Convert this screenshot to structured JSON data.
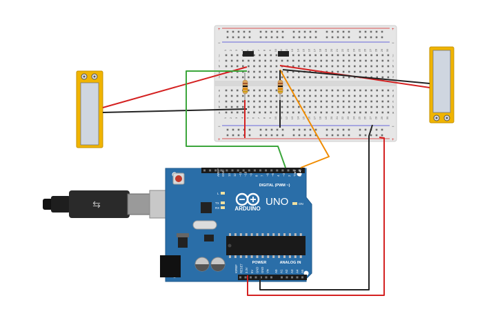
{
  "breadboard": {
    "column_numbers": [
      "1",
      "2",
      "3",
      "4",
      "5",
      "6",
      "7",
      "8",
      "9",
      "10",
      "11",
      "12",
      "13",
      "14",
      "15",
      "16",
      "17",
      "18",
      "19",
      "20",
      "21",
      "22",
      "23",
      "24",
      "25",
      "26",
      "27",
      "28",
      "29",
      "30"
    ],
    "row_letters_top": [
      "j",
      "i",
      "h",
      "g",
      "f"
    ],
    "row_letters_bottom": [
      "e",
      "d",
      "c",
      "b",
      "a"
    ]
  },
  "arduino": {
    "logo_text": "ARDUINO",
    "model": "UNO",
    "digital_label": "DIGITAL (PWM ~)",
    "power_label": "POWER",
    "analog_label": "ANALOG IN",
    "on_label": "ON",
    "l_label": "L",
    "tx_label": "TX",
    "rx_label": "RX",
    "aref": "AREF",
    "gnd_top": "GND",
    "digital_pins": [
      "13",
      "12",
      "~11",
      "~10",
      "~9",
      "8",
      "7",
      "~6",
      "~5",
      "4",
      "~3",
      "2",
      "TX▸1",
      "RX◂0"
    ],
    "power_pins": [
      "IOREF",
      "RESET",
      "3.3V",
      "5V",
      "GND",
      "GND",
      "Vin"
    ],
    "analog_pins": [
      "A0",
      "A1",
      "A2",
      "A3",
      "A4",
      "A5"
    ]
  },
  "colors": {
    "board_blue": "#2a6ea8",
    "breadboard": "#e6e6e6",
    "sensor_frame": "#f0b400",
    "wire_red": "#d42020",
    "wire_black": "#222222",
    "wire_green": "#3aa53a",
    "wire_orange": "#f08c00"
  }
}
